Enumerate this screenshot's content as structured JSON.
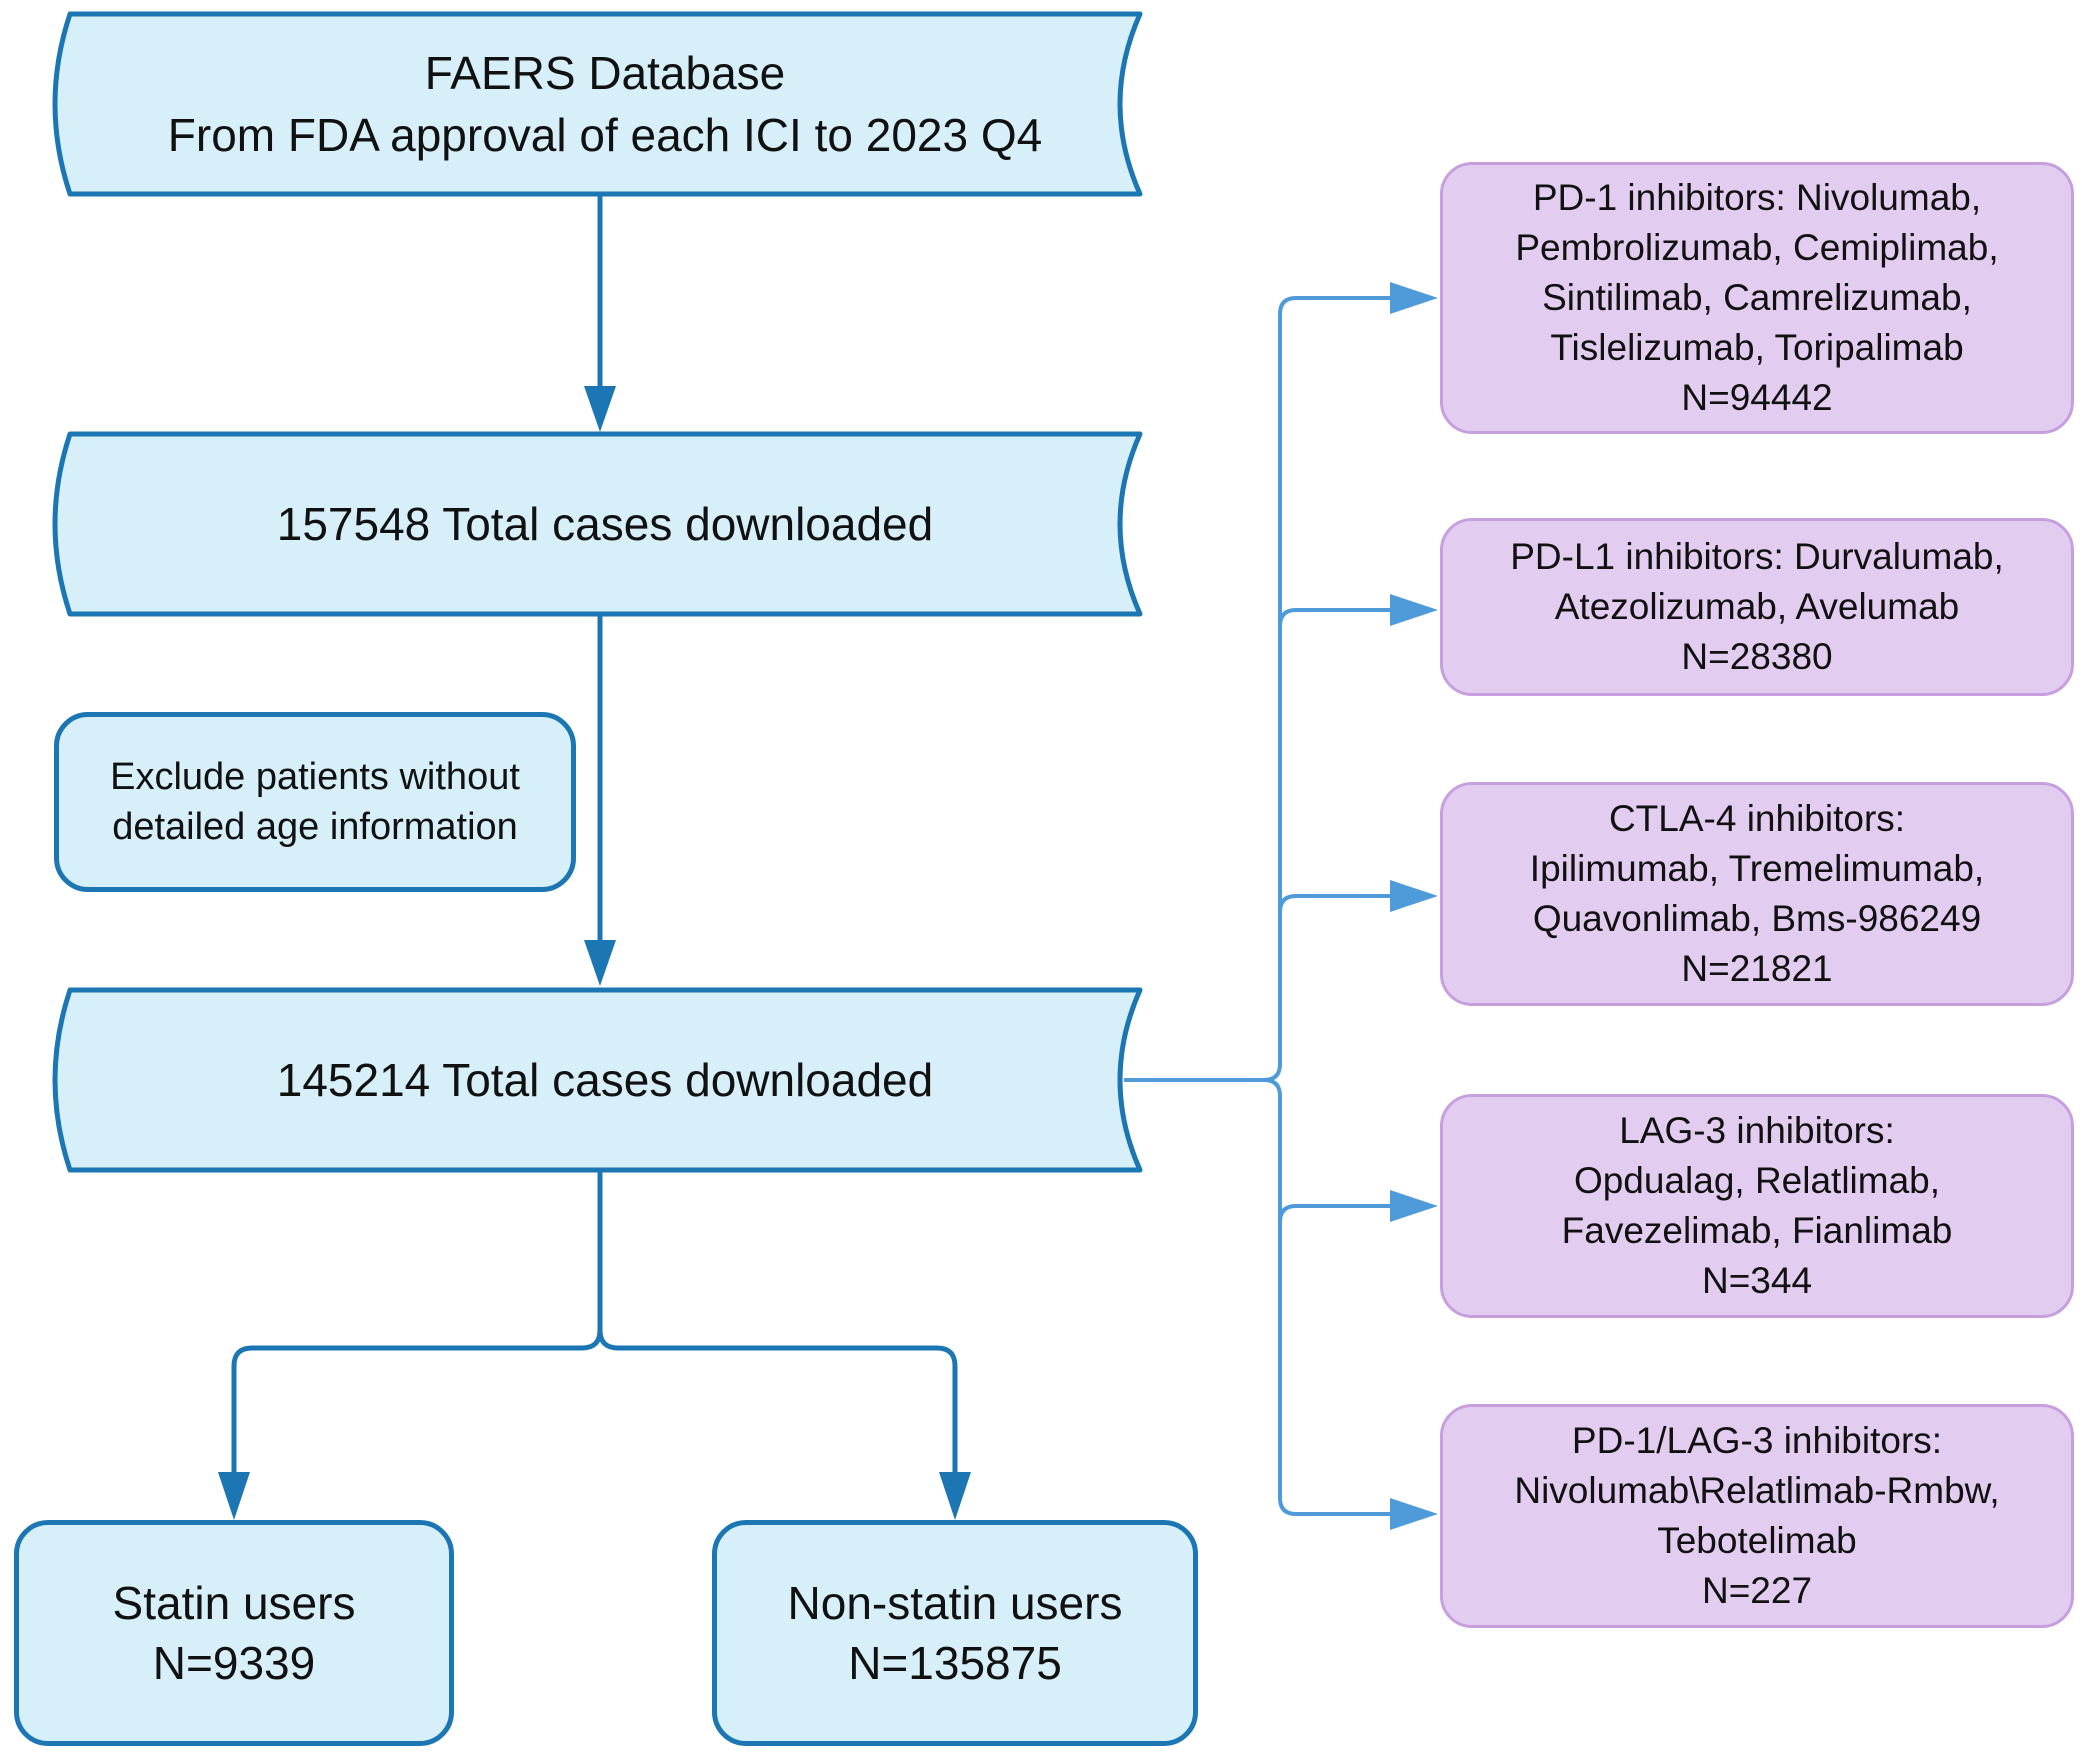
{
  "source": {
    "line1": "FAERS Database",
    "line2": "From FDA approval of each ICI to 2023 Q4"
  },
  "downloaded": {
    "text": "157548 Total cases downloaded"
  },
  "exclusion": {
    "line1": "Exclude patients without",
    "line2": "detailed age information"
  },
  "analyzed": {
    "text": "145214 Total cases downloaded"
  },
  "groups": [
    {
      "line1": "Statin users",
      "line2": "N=9339"
    },
    {
      "line1": "Non-statin users",
      "line2": "N=135875"
    }
  ],
  "drug_classes": [
    {
      "lines": [
        "PD-1 inhibitors: Nivolumab,",
        "Pembrolizumab, Cemiplimab,",
        "Sintilimab, Camrelizumab,",
        "Tislelizumab, Toripalimab",
        "N=94442"
      ]
    },
    {
      "lines": [
        "PD-L1 inhibitors: Durvalumab,",
        "Atezolizumab, Avelumab",
        "N=28380"
      ]
    },
    {
      "lines": [
        "CTLA-4 inhibitors:",
        "Ipilimumab, Tremelimumab,",
        "Quavonlimab, Bms-986249",
        "N=21821"
      ]
    },
    {
      "lines": [
        "LAG-3 inhibitors:",
        "Opdualag, Relatlimab,",
        "Favezelimab, Fianlimab",
        "N=344"
      ]
    },
    {
      "lines": [
        "PD-1/LAG-3 inhibitors:",
        "Nivolumab\\Relatlimab-Rmbw,",
        "Tebotelimab",
        "N=227"
      ]
    }
  ],
  "colors": {
    "main_fill": "#d6eff8",
    "main_stroke": "#1c76b3",
    "branch_stroke": "#4f9ad8",
    "drug_fill": "#e2cdf0",
    "drug_stroke": "#c79fdf"
  }
}
